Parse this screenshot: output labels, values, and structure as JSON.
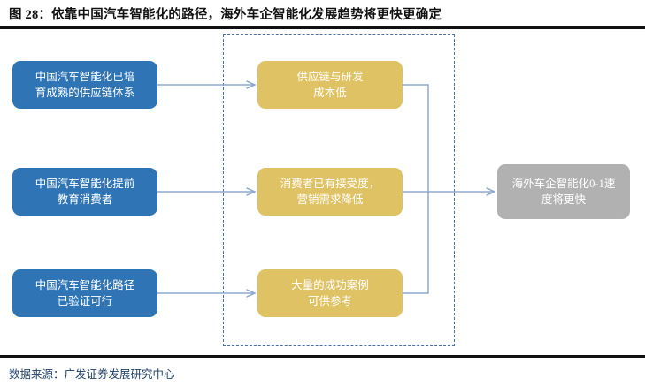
{
  "figure": {
    "title": "图 28：依靠中国汽车智能化的路径，海外车企智能化发展趋势将更快更确定",
    "source": "数据来源：广发证券发展研究中心"
  },
  "colors": {
    "blue": "#2f74b5",
    "yellow": "#dfc263",
    "gray": "#b1b1b1",
    "connector": "#8fa8cf",
    "dashed_border": "#4472a8",
    "rule": "#111111",
    "source_text": "#1f3f66"
  },
  "diagram": {
    "type": "flow",
    "causes": [
      {
        "id": "cause-1",
        "label": "中国汽车智能化已培\n育成熟的供应链体系"
      },
      {
        "id": "cause-2",
        "label": "中国汽车智能化提前\n教育消费者"
      },
      {
        "id": "cause-3",
        "label": "中国汽车智能化路径\n已验证可行"
      }
    ],
    "effects": [
      {
        "id": "effect-1",
        "label": "供应链与研发\n成本低"
      },
      {
        "id": "effect-2",
        "label": "消费者已有接受度，\n营销需求降低"
      },
      {
        "id": "effect-3",
        "label": "大量的成功案例\n可供参考"
      }
    ],
    "outcome": {
      "id": "outcome",
      "label": "海外车企智能化0-1速\n度将更快"
    },
    "edges": [
      {
        "from": "cause-1",
        "to": "effect-1"
      },
      {
        "from": "cause-2",
        "to": "effect-2"
      },
      {
        "from": "cause-3",
        "to": "effect-3"
      },
      {
        "from": "effect-1",
        "to": "outcome"
      },
      {
        "from": "effect-2",
        "to": "outcome"
      },
      {
        "from": "effect-3",
        "to": "outcome"
      }
    ]
  }
}
